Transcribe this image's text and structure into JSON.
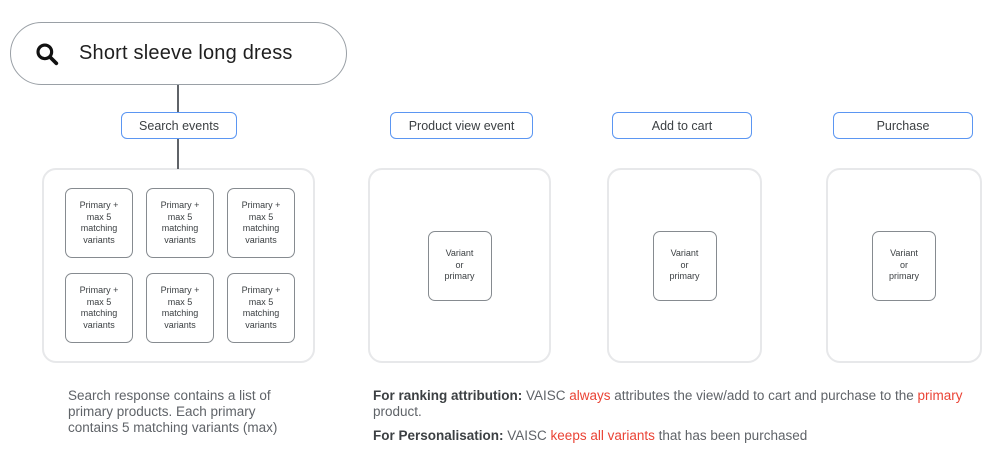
{
  "search": {
    "query": "Short sleeve long dress",
    "icon": "magnifier"
  },
  "columns": [
    {
      "header": "Search events",
      "boxes": [
        "Primary +\nmax 5\nmatching\nvariants",
        "Primary +\nmax 5\nmatching\nvariants",
        "Primary +\nmax 5\nmatching\nvariants",
        "Primary +\nmax 5\nmatching\nvariants",
        "Primary +\nmax 5\nmatching\nvariants",
        "Primary +\nmax 5\nmatching\nvariants"
      ]
    },
    {
      "header": "Product view event",
      "boxes": [
        "Variant\nor\nprimary"
      ]
    },
    {
      "header": "Add to cart",
      "boxes": [
        "Variant\nor\nprimary"
      ]
    },
    {
      "header": "Purchase",
      "boxes": [
        "Variant\nor\nprimary"
      ]
    }
  ],
  "notes": {
    "search_note": "Search response contains a list of\nprimary products. Each primary\ncontains 5 matching variants (max)",
    "ranking": {
      "label": "For ranking attribution:",
      "t1": " VAISC ",
      "r1": "always",
      "t2": " attributes the view/add to cart and purchase to the ",
      "r2": "primary",
      "t3": " product."
    },
    "personalisation": {
      "label": "For Personalisation:",
      "t1": " VAISC ",
      "r1": "keeps all variants",
      "t2": " that has been purchased"
    }
  },
  "colors": {
    "accent_blue": "#5B96F2",
    "alert_red": "#EA4335",
    "panel_border": "#E7E8EA",
    "box_border": "#868B90"
  }
}
